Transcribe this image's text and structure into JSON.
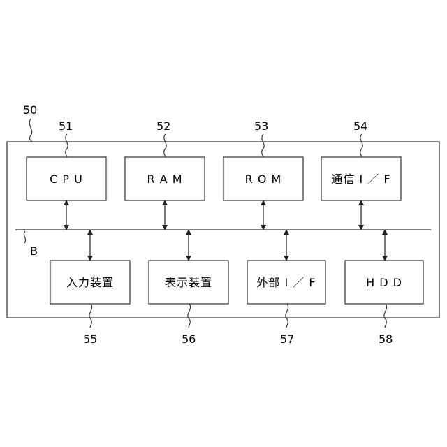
{
  "diagram": {
    "system": {
      "ref": "50"
    },
    "bus": {
      "ref": "B"
    },
    "top_row": [
      {
        "ref": "51",
        "label": "C P U"
      },
      {
        "ref": "52",
        "label": "R A M"
      },
      {
        "ref": "53",
        "label": "R O M"
      },
      {
        "ref": "54",
        "label": "通信 I ／ F"
      }
    ],
    "bottom_row": [
      {
        "ref": "55",
        "label": "入力装置"
      },
      {
        "ref": "56",
        "label": "表示装置"
      },
      {
        "ref": "57",
        "label": "外部 I ／ F"
      },
      {
        "ref": "58",
        "label": "H D D"
      }
    ]
  }
}
